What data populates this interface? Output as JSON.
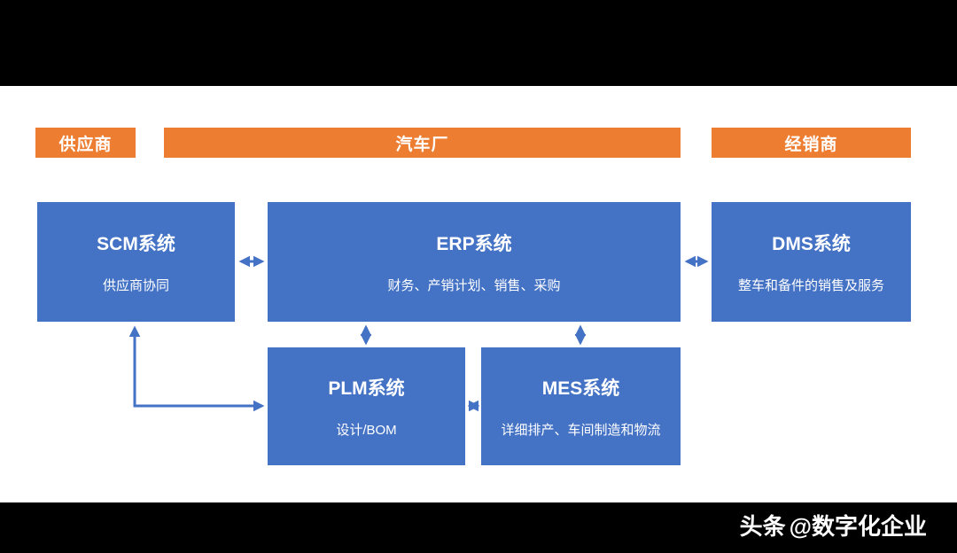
{
  "diagram": {
    "headers": [
      {
        "id": "supplier",
        "label": "供应商"
      },
      {
        "id": "factory",
        "label": "汽车厂"
      },
      {
        "id": "dealer",
        "label": "经销商"
      }
    ],
    "systems": {
      "scm": {
        "title": "SCM系统",
        "subtitle": "供应商协同"
      },
      "erp": {
        "title": "ERP系统",
        "subtitle": "财务、产销计划、销售、采购"
      },
      "dms": {
        "title": "DMS系统",
        "subtitle": "整车和备件的销售及服务"
      },
      "plm": {
        "title": "PLM系统",
        "subtitle": "设计/BOM"
      },
      "mes": {
        "title": "MES系统",
        "subtitle": "详细排产、车间制造和物流"
      }
    },
    "connectors": [
      "scm-erp-bidirectional",
      "erp-dms-bidirectional",
      "erp-plm-bidirectional",
      "erp-mes-bidirectional",
      "plm-mes-bidirectional",
      "scm-plm-elbow-bidirectional"
    ],
    "watermark": {
      "brand": "头条",
      "handle": "@数字化企业"
    },
    "colors": {
      "header_orange": "#ED7D31",
      "box_blue": "#4472C4",
      "arrow_blue": "#4472C4",
      "background": "#000000",
      "canvas": "#FFFFFF",
      "text": "#FFFFFF"
    }
  }
}
